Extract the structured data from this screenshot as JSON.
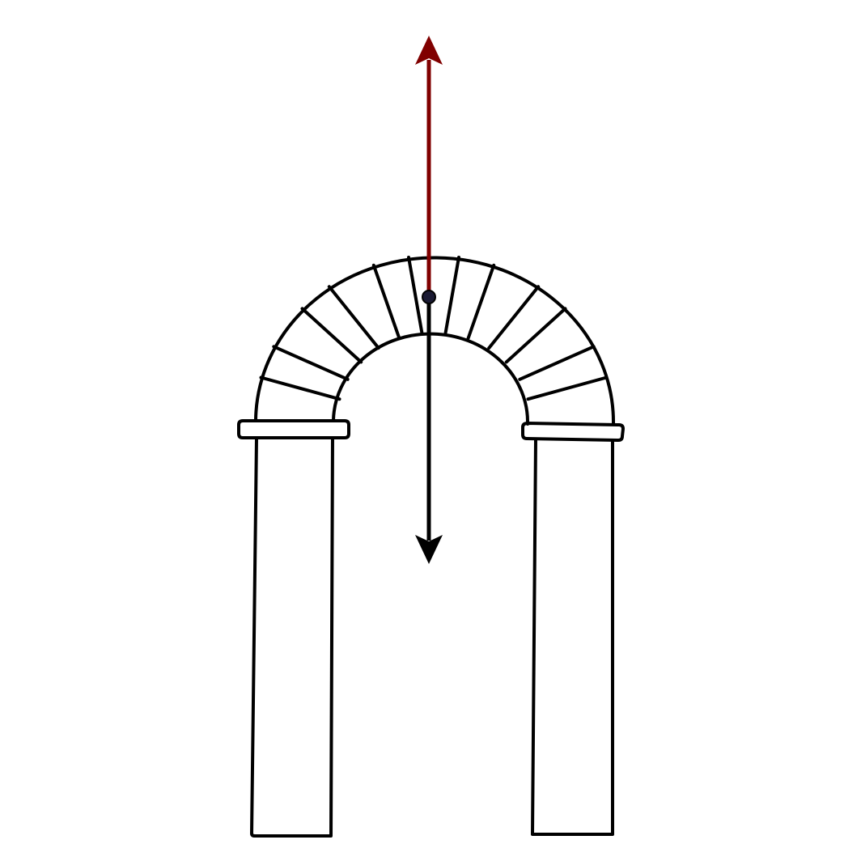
{
  "diagram": {
    "type": "arch-force-diagram",
    "colors": {
      "background": "#ffffff",
      "outline": "#000000",
      "upward_force": "#800000",
      "downward_force": "#000000",
      "application_point": "#1a1a33"
    },
    "voussoir_count": 13,
    "forces": [
      {
        "name": "upward-force-arrow",
        "direction": "up",
        "color": "#800000"
      },
      {
        "name": "downward-force-arrow",
        "direction": "down",
        "color": "#000000"
      }
    ]
  }
}
